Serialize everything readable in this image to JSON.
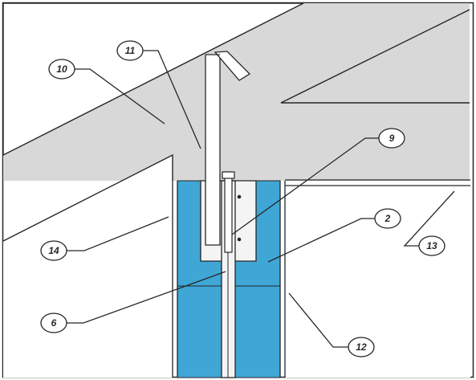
{
  "diagram": {
    "colors": {
      "background": "#ffffff",
      "grey_fill": "#d8d8d8",
      "blue_fill": "#3fa6d6",
      "steel_fill": "#f4f4f4",
      "outline": "#262626"
    },
    "callouts": [
      {
        "id": "c10",
        "label": "10",
        "part": "grey-sloped-slab"
      },
      {
        "id": "c11",
        "label": "11",
        "part": "vertical-rod"
      },
      {
        "id": "c9",
        "label": "9",
        "part": "threaded-bolt"
      },
      {
        "id": "c2",
        "label": "2",
        "part": "blue-block"
      },
      {
        "id": "c13",
        "label": "13",
        "part": "upper-horizontal-line"
      },
      {
        "id": "c14",
        "label": "14",
        "part": "left-vertical-line"
      },
      {
        "id": "c6",
        "label": "6",
        "part": "central-post"
      },
      {
        "id": "c12",
        "label": "12",
        "part": "right-vertical-line"
      }
    ]
  }
}
